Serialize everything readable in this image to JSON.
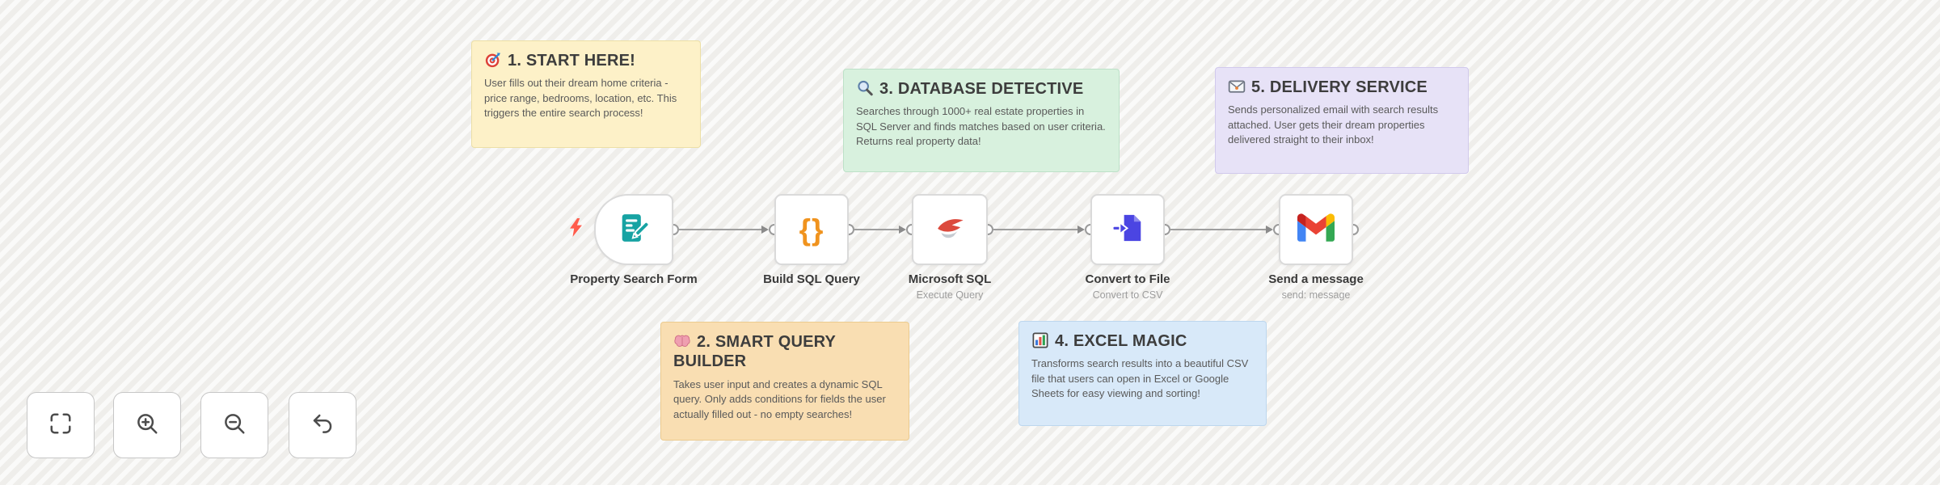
{
  "app": {
    "name": "workflow-canvas"
  },
  "colors": {
    "canvas_bg": "#f5f4f2",
    "node_border": "#dadada",
    "connector": "#9e9e9e",
    "trigger_bolt": "#ff5c4c",
    "braces_orange": "#f0931e",
    "form_teal": "#17a3a3",
    "file_indigo": "#4b45e2",
    "sticky_yellow": "#fdf1c8",
    "sticky_orange": "#f9deb2",
    "sticky_green": "#d8f1de",
    "sticky_blue": "#d8e9f9",
    "sticky_purple": "#e7e2f7"
  },
  "sticky_notes": [
    {
      "title": "1. START HERE!",
      "icon": "target-icon",
      "body": "User fills out their dream home criteria - price range, bedrooms, location, etc. This triggers the entire search process!"
    },
    {
      "title": "2. SMART QUERY BUILDER",
      "icon": "brain-icon",
      "body": "Takes user input and creates a dynamic SQL query. Only adds conditions for fields the user actually filled out - no empty searches!"
    },
    {
      "title": "3. DATABASE DETECTIVE",
      "icon": "magnifier-icon",
      "body": "Searches through 1000+ real estate properties in SQL Server and finds matches based on user criteria. Returns real property data!"
    },
    {
      "title": "4. EXCEL MAGIC",
      "icon": "bar-chart-icon",
      "body": "Transforms search results into a beautiful CSV file that users can open in Excel or Google Sheets for easy viewing and sorting!"
    },
    {
      "title": "5. DELIVERY SERVICE",
      "icon": "email-icon",
      "body": "Sends personalized email with search results attached. User gets their dream properties delivered straight to their inbox!"
    }
  ],
  "workflow_nodes": [
    {
      "label": "Property Search Form",
      "subtitle": "",
      "icon": "form-trigger-icon"
    },
    {
      "label": "Build SQL Query",
      "subtitle": "",
      "icon": "code-braces-icon",
      "icon_glyph": "{}"
    },
    {
      "label": "Microsoft SQL",
      "subtitle": "Execute Query",
      "icon": "mssql-icon"
    },
    {
      "label": "Convert to File",
      "subtitle": "Convert to CSV",
      "icon": "file-convert-icon"
    },
    {
      "label": "Send a message",
      "subtitle": "send: message",
      "icon": "gmail-icon"
    }
  ],
  "toolbar": {
    "buttons": [
      {
        "name": "fit-view"
      },
      {
        "name": "zoom-in"
      },
      {
        "name": "zoom-out"
      },
      {
        "name": "undo"
      }
    ]
  }
}
